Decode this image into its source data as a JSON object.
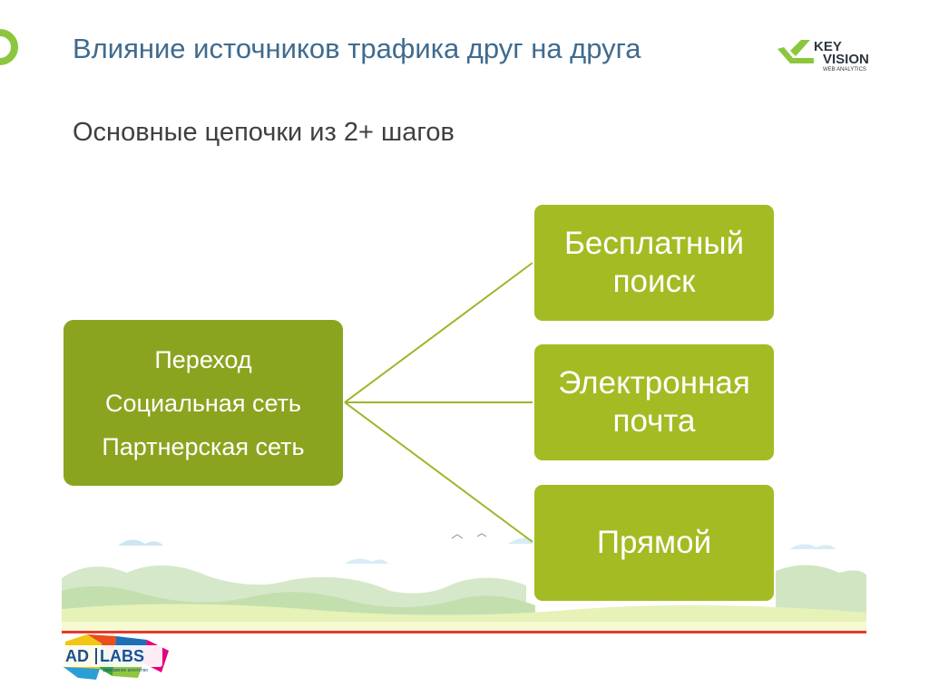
{
  "slide": {
    "title": "Влияние источников трафика друг на друга",
    "subtitle": "Основные цепочки из 2+ шагов"
  },
  "diagram": {
    "source": {
      "lines": [
        "Переход",
        "Социальная сеть",
        "Партнерская сеть"
      ]
    },
    "targets": [
      {
        "lines": [
          "Бесплатный",
          "поиск"
        ]
      },
      {
        "lines": [
          "Электронная",
          "почта"
        ]
      },
      {
        "lines": [
          "Прямой"
        ]
      }
    ],
    "colors": {
      "source_fill": "#8ba420",
      "target_fill": "#a4bb23",
      "connector": "#9fb52a"
    }
  },
  "logos": {
    "keyvision": {
      "line1": "KEY",
      "line2": "VISION",
      "line3": "WEB ANALYTICS"
    },
    "adlabs": {
      "left": "AD",
      "right": "LABS",
      "tagline": "рекламное агентство"
    }
  },
  "icons": {
    "corner": "ring-icon",
    "keyvision_mark": "check-mark-icon"
  }
}
